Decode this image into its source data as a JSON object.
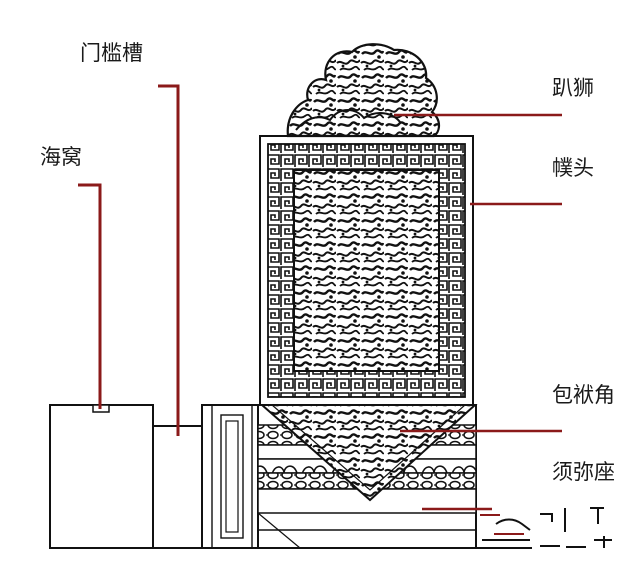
{
  "labels": {
    "menkancao": "门槛槽",
    "haiwo": "海窝",
    "pashi": "趴狮",
    "futou": "幞头",
    "baofujiao": "包袱角",
    "xumizuo": "须弥座"
  },
  "colors": {
    "leader": "#8b1a1a",
    "ink": "#111111",
    "paper": "#ffffff"
  }
}
